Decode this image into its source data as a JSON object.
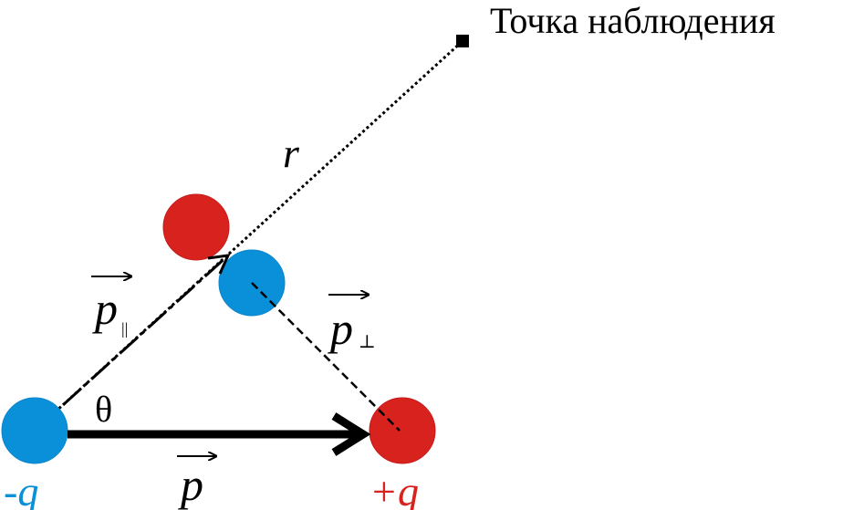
{
  "observation_point": {
    "label": "Точка наблюдения"
  },
  "labels": {
    "r": "r",
    "theta": "θ",
    "p": "p",
    "p_par_main": "p",
    "p_par_sub": "||",
    "p_perp_main": "p",
    "p_perp_sub": "⊥",
    "neg_charge": "-q",
    "pos_charge": "+q"
  },
  "colors": {
    "positive": "#D7221E",
    "negative": "#0A8FD9",
    "line": "#000000"
  }
}
